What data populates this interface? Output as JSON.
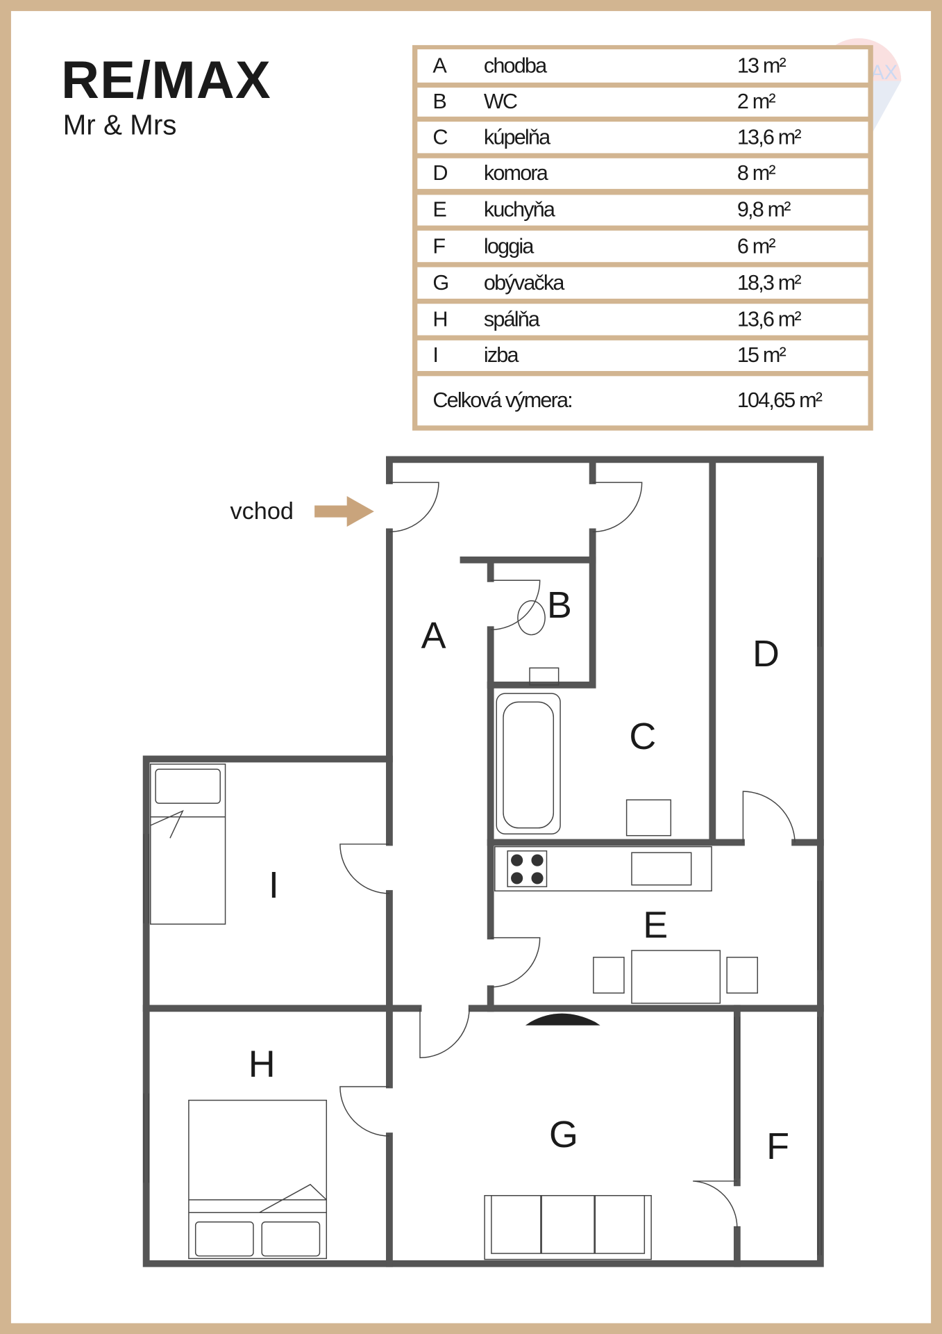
{
  "brand": {
    "logo": "RE/MAX",
    "office": "Mr & Mrs",
    "watermark": "RE/MAX"
  },
  "rooms": [
    {
      "id": "A",
      "name": "chodba",
      "area": "13 m²"
    },
    {
      "id": "B",
      "name": "WC",
      "area": "2 m²"
    },
    {
      "id": "C",
      "name": "kúpelňa",
      "area": "13,6 m²"
    },
    {
      "id": "D",
      "name": "komora",
      "area": "8 m²"
    },
    {
      "id": "E",
      "name": "kuchyňa",
      "area": "9,8 m²"
    },
    {
      "id": "F",
      "name": "loggia",
      "area": "6 m²"
    },
    {
      "id": "G",
      "name": "obývačka",
      "area": "18,3 m²"
    },
    {
      "id": "H",
      "name": "spálňa",
      "area": "13,6 m²"
    },
    {
      "id": "I",
      "name": "izba",
      "area": "15 m²"
    }
  ],
  "total": {
    "label": "Celková výmera:",
    "area": "104,65 m²"
  },
  "plan": {
    "entrance": "vchod"
  },
  "colors": {
    "frame": "#d2b591",
    "wall": "#555555",
    "text": "#1a1a1a"
  }
}
